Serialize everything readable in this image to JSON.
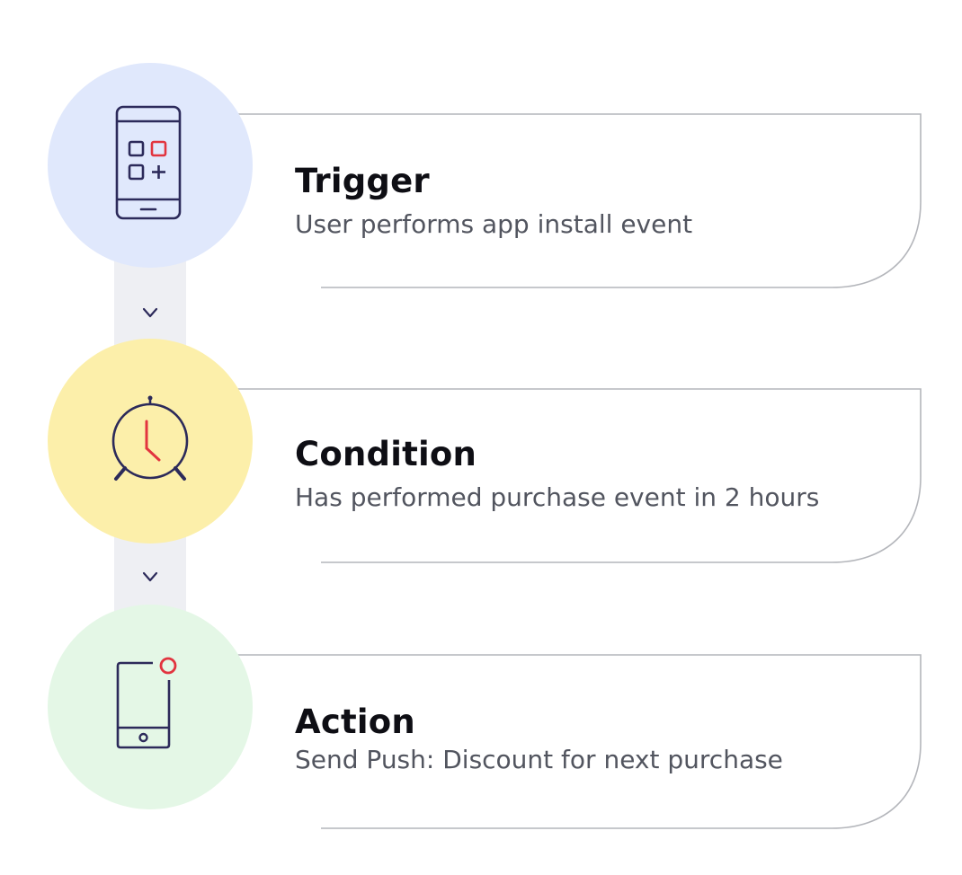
{
  "steps": [
    {
      "title": "Trigger",
      "description": "User performs app install event",
      "icon": "app-grid-phone-icon",
      "circle_color": "#e0e8fc"
    },
    {
      "title": "Condition",
      "description": "Has performed purchase event in 2 hours",
      "icon": "alarm-clock-icon",
      "circle_color": "#fcefaa"
    },
    {
      "title": "Action",
      "description": "Send Push: Discount for next purchase",
      "icon": "phone-notification-icon",
      "circle_color": "#e4f7e6"
    }
  ],
  "connector_icon": "chevron-down-icon",
  "colors": {
    "icon_stroke": "#2c2a5a",
    "icon_accent": "#e2343f",
    "card_border": "#b4b6bb",
    "connector": "#eeeff3"
  }
}
